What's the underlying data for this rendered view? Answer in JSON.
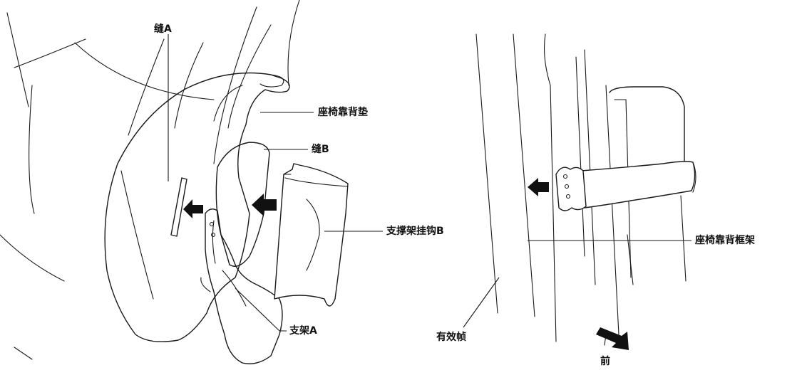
{
  "labels": {
    "seam_a": "缝A",
    "seat_back_pad": "座椅靠背垫",
    "seam_b": "缝B",
    "support_hook_b": "支撑架挂钩B",
    "bracket_a": "支架A",
    "seat_back_frame": "座椅靠背框架",
    "valid_frame": "有效帧",
    "front": "前"
  }
}
